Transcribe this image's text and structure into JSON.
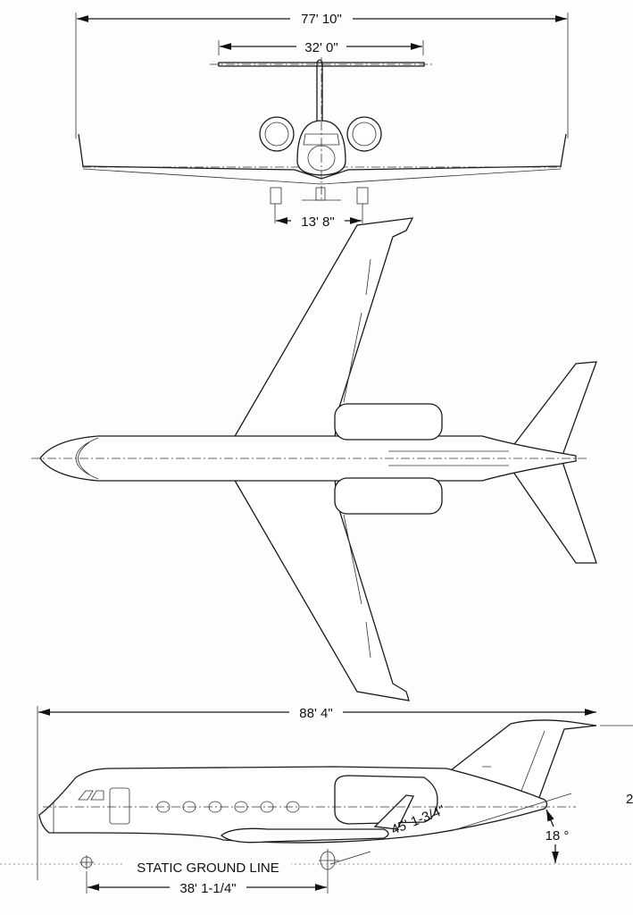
{
  "front_view": {
    "wingspan_label": "77' 10\"",
    "tailspan_label": "32' 0\"",
    "main_gear_track_label": "13' 8\""
  },
  "side_view": {
    "length_label": "88' 4\"",
    "wheelbase_label": "38' 1-1/4\"",
    "ground_line_label": "STATIC GROUND LINE",
    "tail_angle_label": "18 °",
    "tail_clearance_label": "45' 1-3/4\"",
    "edge_label": "2"
  }
}
